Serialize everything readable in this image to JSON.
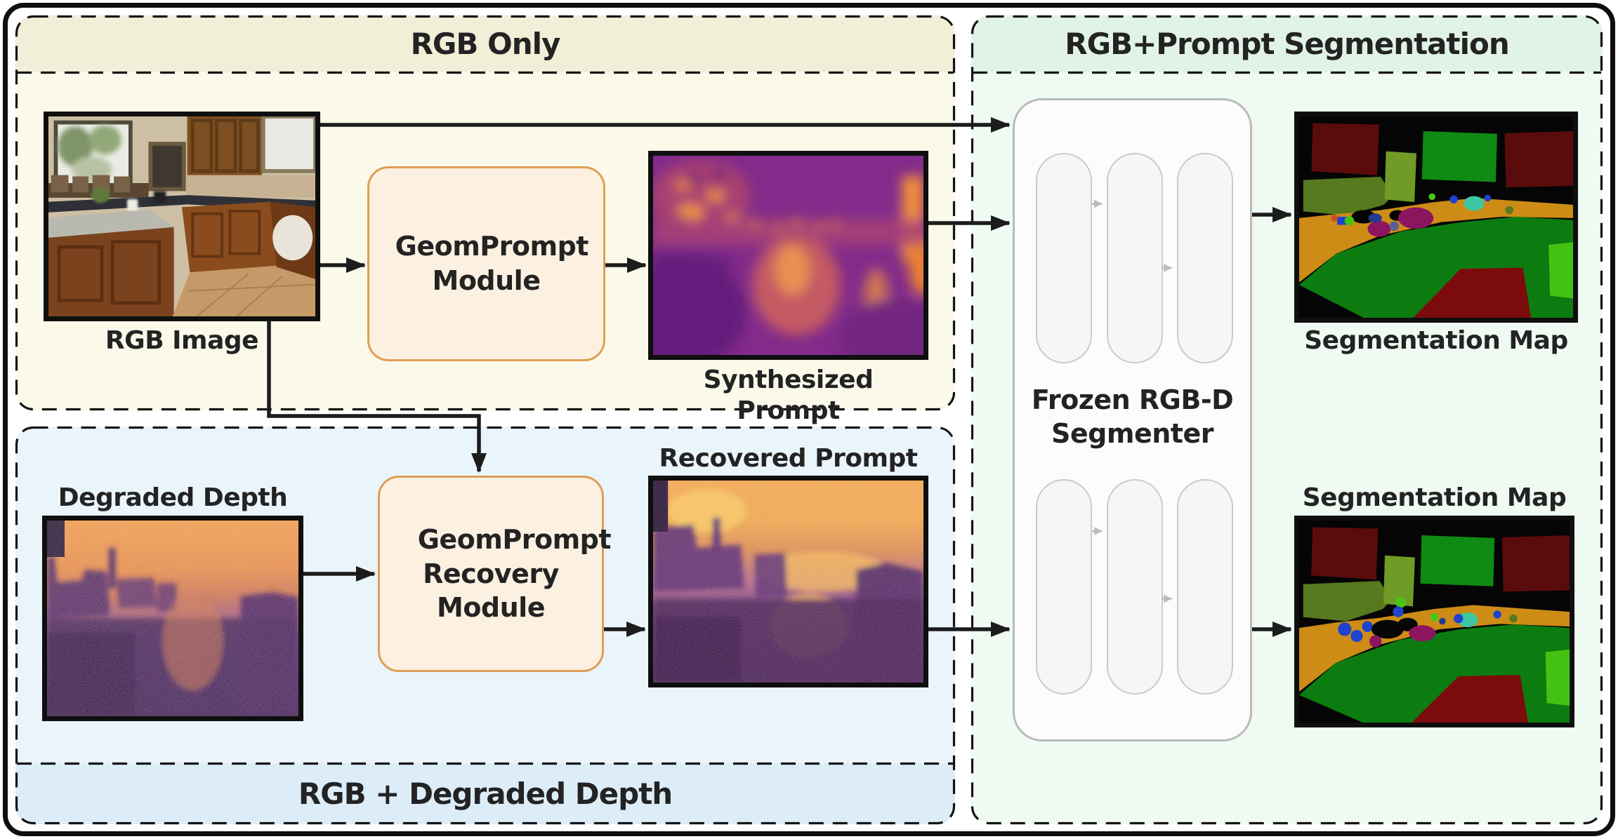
{
  "panels": {
    "rgb_only": {
      "title": "RGB Only"
    },
    "rgb_degraded": {
      "title": "RGB + Degraded Depth"
    },
    "segmentation": {
      "title": "RGB+Prompt Segmentation"
    }
  },
  "nodes": {
    "rgb_image": {
      "label": "RGB Image"
    },
    "geomprompt_module": {
      "label": "GeomPrompt Module"
    },
    "synthesized_prompt": {
      "label": "Synthesized Prompt"
    },
    "degraded_depth": {
      "label": "Degraded Depth"
    },
    "recovery_module": {
      "label": "GeomPrompt Recovery Module"
    },
    "recovered_prompt": {
      "label": "Recovered Prompt"
    },
    "segmenter": {
      "label": "Frozen RGB-D Segmenter"
    },
    "segmentation_map_top": {
      "label": "Segmentation Map"
    },
    "segmentation_map_bottom": {
      "label": "Segmentation Map"
    }
  },
  "colors": {
    "canvas_bg": "#ffffff",
    "outer_border": "#0e0e0e",
    "dashed_border": "#141414",
    "panel_yellow_bg": "#fbfaea",
    "panel_yellow_header": "#f2efd9",
    "panel_blue_bg": "#eaf4fb",
    "panel_blue_footer": "#dcedf8",
    "panel_green_bg": "#effaf2",
    "panel_green_header": "#e1f3e6",
    "module_fill": "#fcf0e1",
    "module_border": "#dd9e55",
    "segmenter_fill": "#fcfcfc",
    "segmenter_border": "#bababa",
    "pill_fill": "#f6f6f6",
    "pill_border": "#cacaca",
    "arrow": "#1c1c1c",
    "inner_arrow": "#bcbcbc",
    "text": "#232323",
    "image_border": "#0f0f0f",
    "seg_class_wall": "#050505",
    "seg_class_cabinet_maroon": "#5a0b0b",
    "seg_class_counter_orange": "#cc8c15",
    "seg_class_floor_green": "#0c7c10",
    "seg_class_floor_darkred": "#7c0c0c",
    "seg_class_window_olive": "#567a1d",
    "seg_class_bright_green": "#44c214",
    "seg_class_blob_magenta": "#8c1560",
    "seg_class_blob_teal": "#3ec7a2",
    "seg_class_blob_blue": "#1d43cf"
  }
}
